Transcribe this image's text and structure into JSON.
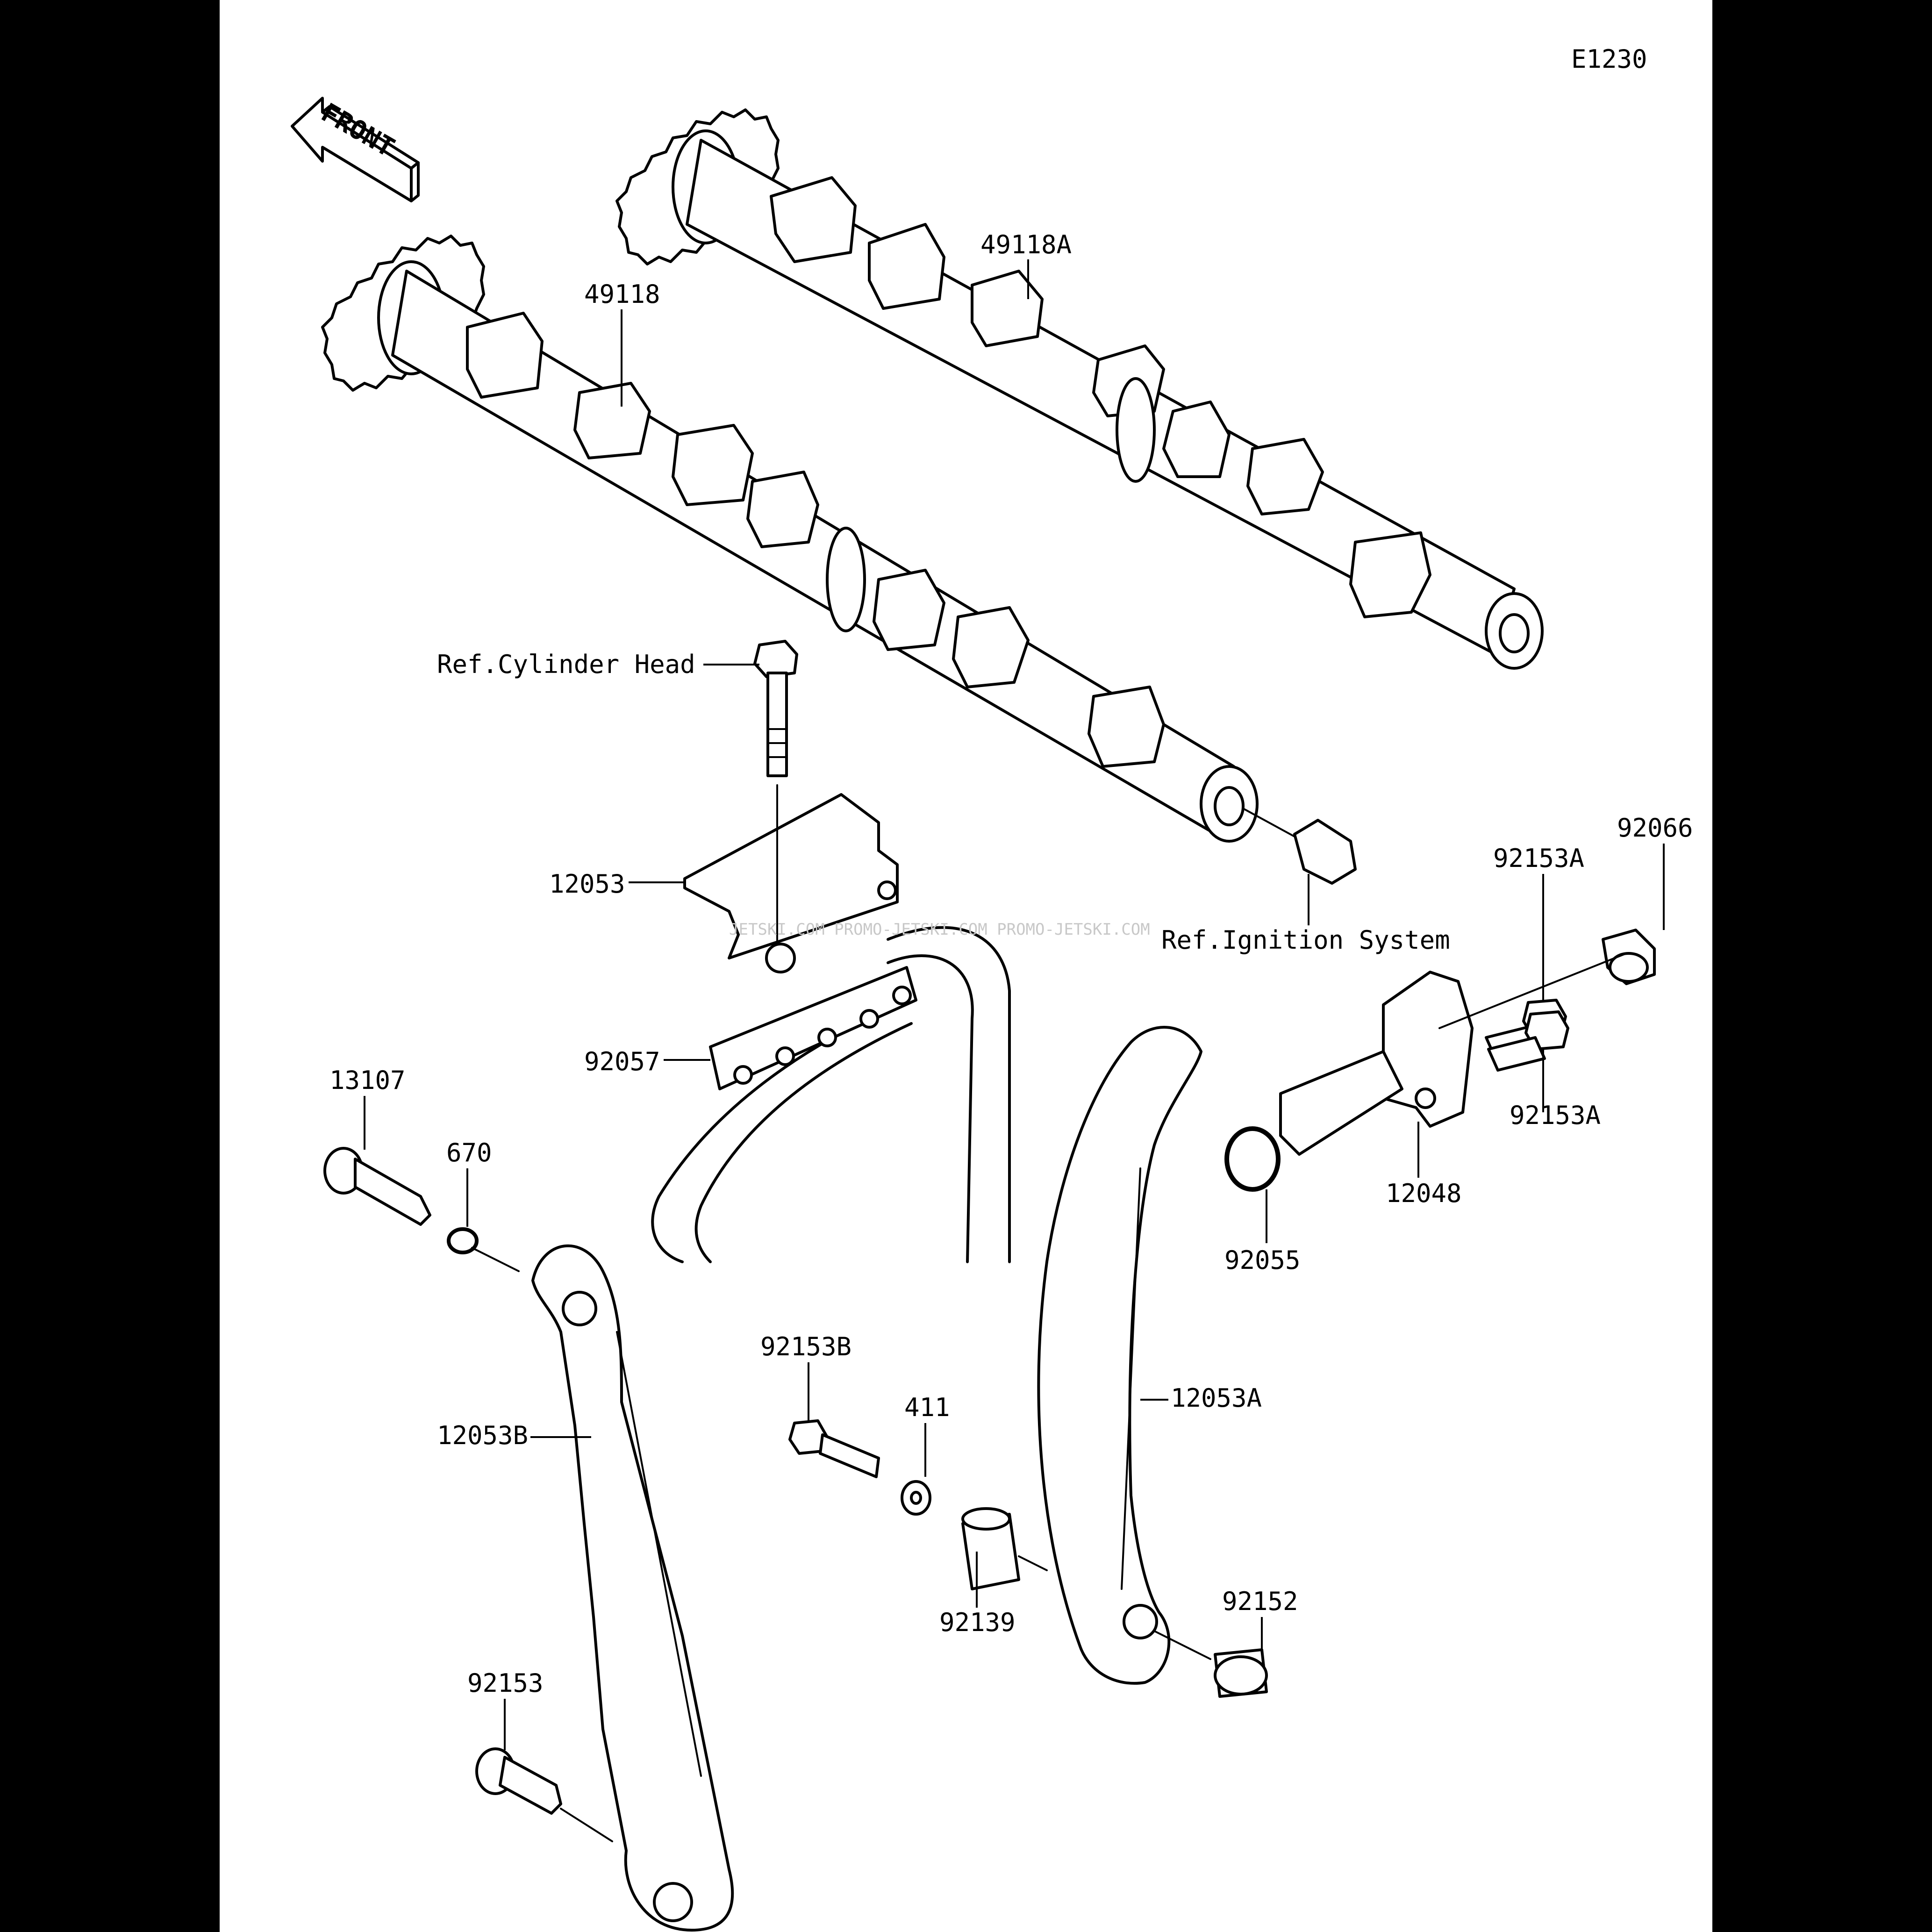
{
  "diagram_code": "E1230",
  "front_arrow_label": "FRONT",
  "watermark": "JETSKI.COM  PROMO-JETSKI.COM  PROMO-JETSKI.COM",
  "parts": {
    "p49118A": "49118A",
    "p49118": "49118",
    "ref_cylinder_head": "Ref.Cylinder Head",
    "p12053": "12053",
    "ref_ignition": "Ref.Ignition System",
    "p92153A_top": "92153A",
    "p92066": "92066",
    "p92153A_bottom": "92153A",
    "p12048": "12048",
    "p92055": "92055",
    "p92057": "92057",
    "p13107": "13107",
    "p670": "670",
    "p12053B": "12053B",
    "p92153B": "92153B",
    "p411": "411",
    "p92139": "92139",
    "p12053A": "12053A",
    "p92152": "92152",
    "p92153": "92153"
  },
  "colors": {
    "background": "#000000",
    "sheet": "#ffffff",
    "ink": "#000000"
  }
}
